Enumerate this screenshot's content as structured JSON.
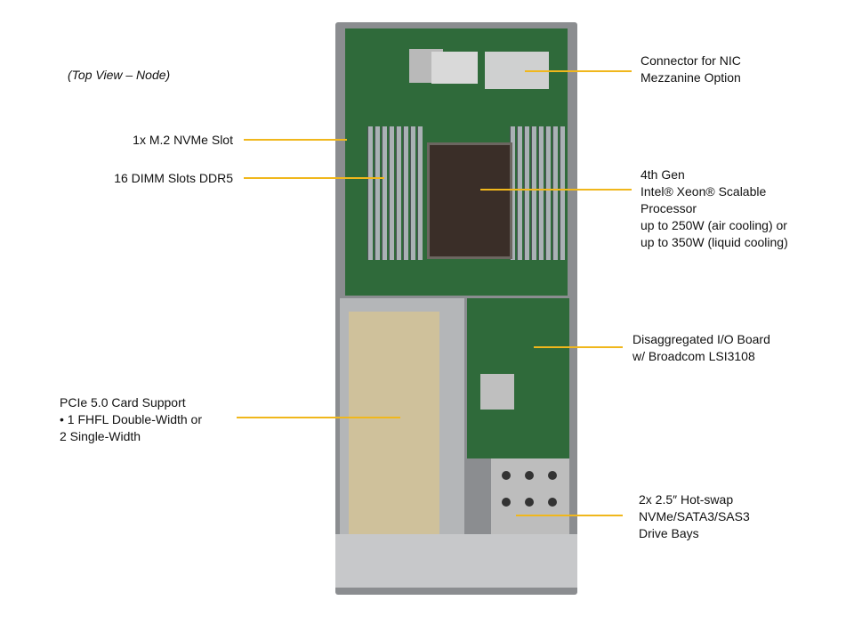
{
  "title": "(Top View – Node)",
  "callouts": {
    "nic": [
      "Connector for NIC",
      "Mezzanine  Option"
    ],
    "m2": "1x M.2 NVMe Slot",
    "dimm": "16 DIMM  Slots DDR5",
    "cpu": [
      "4th Gen",
      "Intel®  Xeon® Scalable",
      "Processor",
      "up to 250W (air cooling) or",
      "up to 350W (liquid cooling)"
    ],
    "io": [
      "Disaggregated I/O  Board",
      "w/ Broadcom LSI3108"
    ],
    "pcie": [
      "PCIe 5.0 Card Support",
      "•   1 FHFL Double-Width or",
      "2 Single-Width"
    ],
    "drives": [
      "2x 2.5″ Hot-swap",
      "NVMe/SATA3/SAS3",
      "Drive Bays"
    ]
  },
  "colors": {
    "callout_line": "#f0b71c",
    "pcb": "#2f6a3a"
  }
}
